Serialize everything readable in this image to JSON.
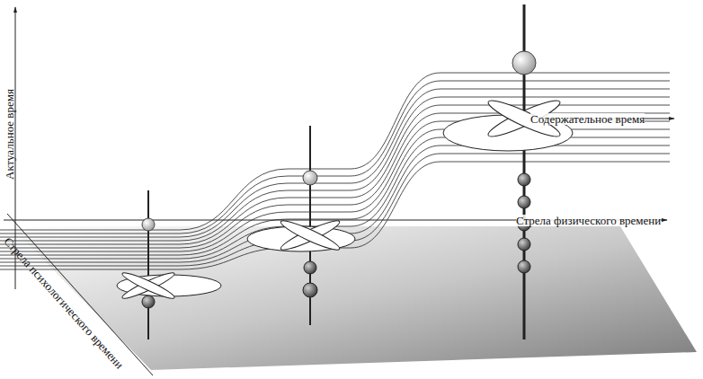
{
  "diagram": {
    "labels": [
      "Актуальное время",
      "Содержательное время",
      "Стрела физического времени",
      "Стрела психологического времени"
    ]
  }
}
